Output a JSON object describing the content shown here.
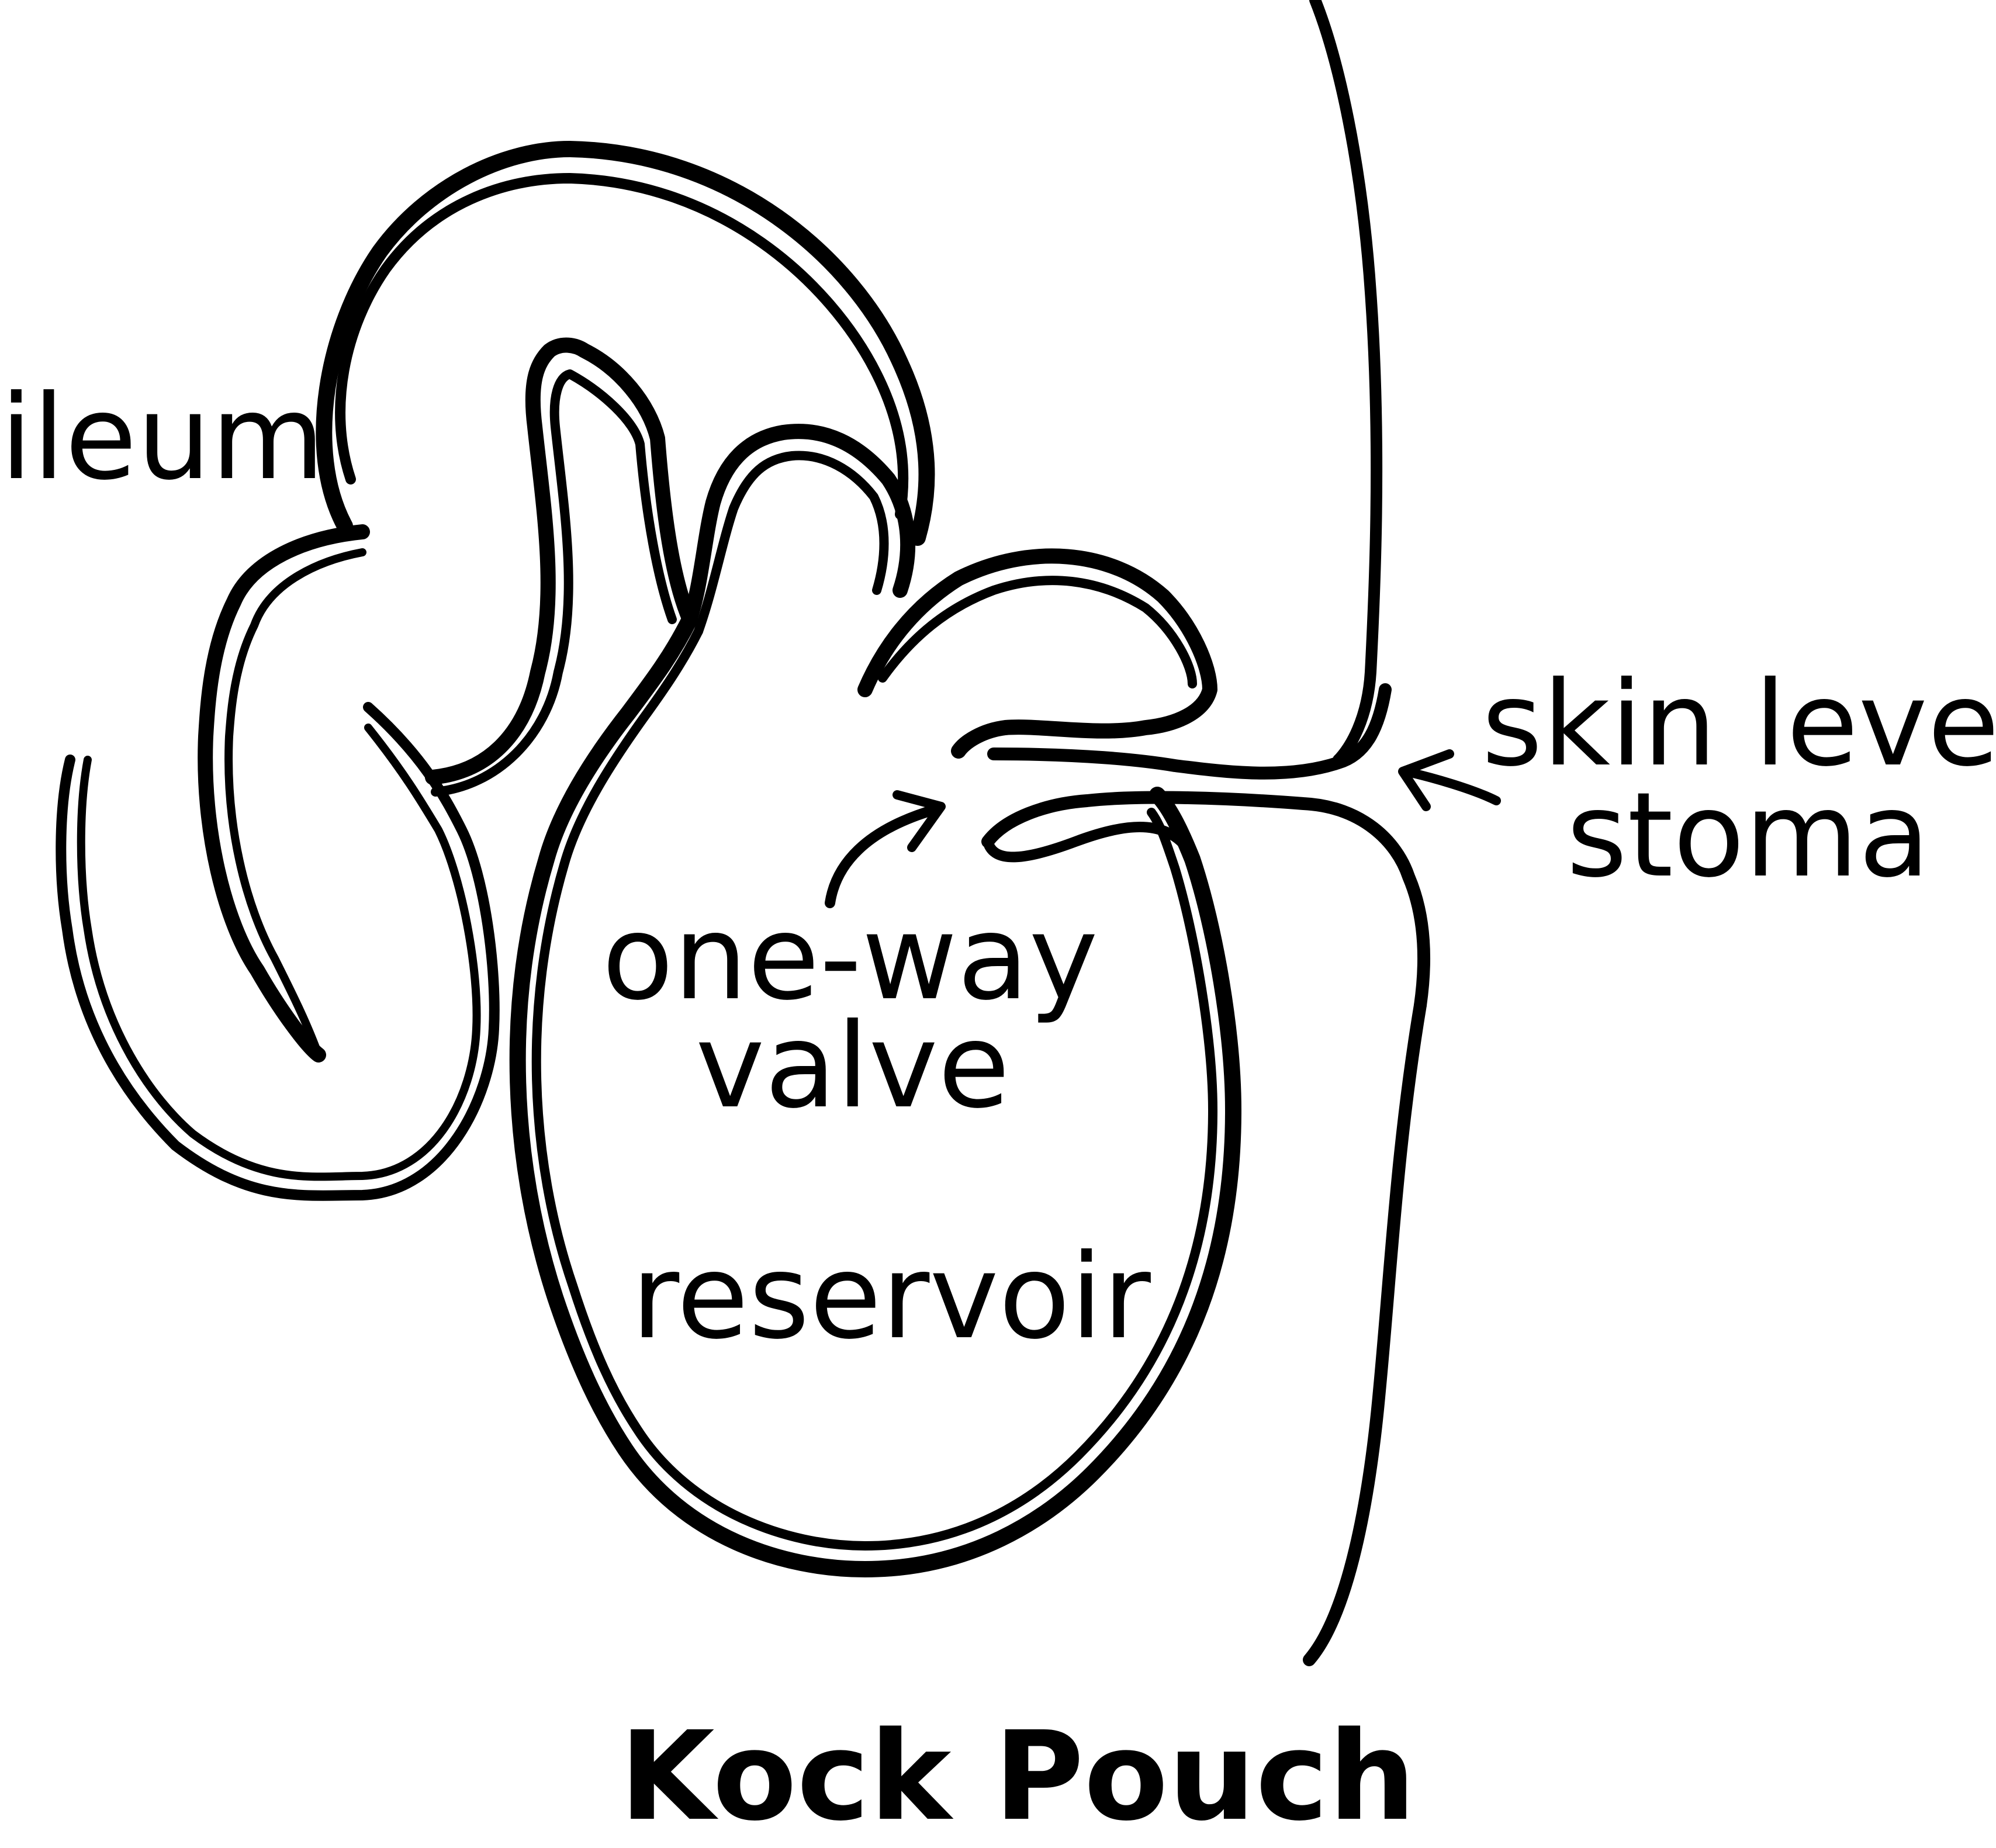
{
  "title": "Kock Pouch",
  "labels": {
    "ileum": "ileum",
    "skin_level": "skin level",
    "stoma": "stoma",
    "valve_line1": "one-way",
    "valve_line2": "valve",
    "reservoir": "reservoir"
  },
  "colors": {
    "ink": "#000000",
    "background": "#ffffff"
  }
}
